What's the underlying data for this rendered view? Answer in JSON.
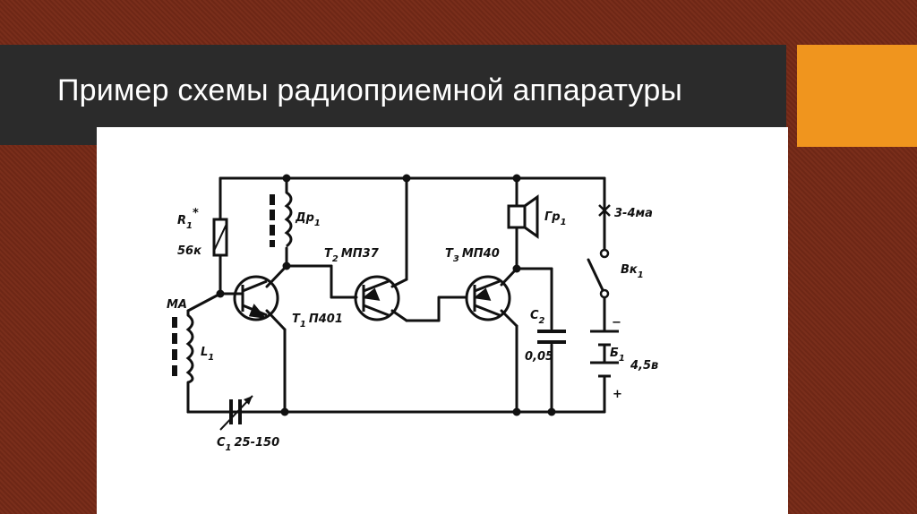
{
  "slide": {
    "title": "Пример схемы радиоприемной аппаратуры",
    "colors": {
      "title_bar": "#2b2b2b",
      "accent": "#f0951e",
      "background": "#6e2716",
      "panel": "#ffffff"
    }
  },
  "diagram": {
    "labels": {
      "r1": "R",
      "r1_sub": "1",
      "r1_star": "*",
      "r1_value": "56к",
      "dr1": "Др",
      "dr1_sub": "1",
      "t2": "Т",
      "t2_sub": "2",
      "t2_type": "МП37",
      "t3": "Т",
      "t3_sub": "3",
      "t3_type": "МП40",
      "gr1": "Гр",
      "gr1_sub": "1",
      "current": "3-4ма",
      "vk1": "Вк",
      "vk1_sub": "1",
      "ma": "МА",
      "l1": "L",
      "l1_sub": "1",
      "t1": "Т",
      "t1_sub": "1",
      "t1_type": "П401",
      "c2": "С",
      "c2_sub": "2",
      "c2_value": "0,05",
      "b1": "Б",
      "b1_sub": "1",
      "b1_value": "4,5в",
      "minus": "−",
      "plus": "+",
      "c1": "С",
      "c1_sub": "1",
      "c1_value": "25-150"
    }
  }
}
